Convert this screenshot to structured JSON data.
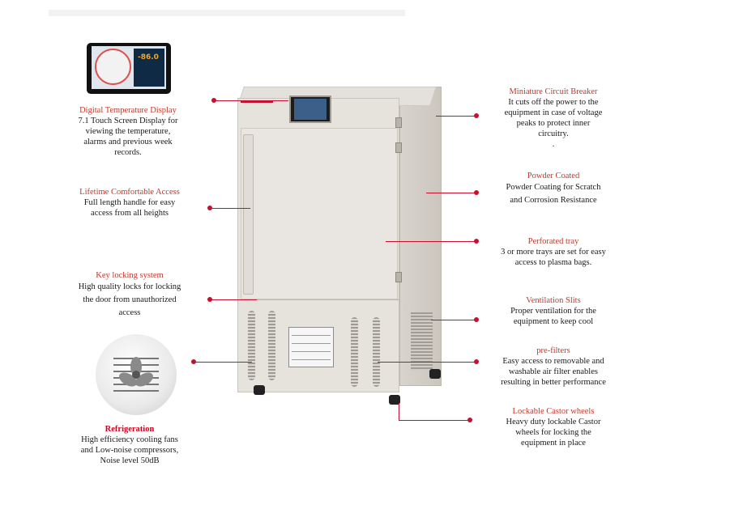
{
  "left_features": [
    {
      "title": "Digital Temperature Display",
      "desc": "7.1 Touch Screen Display for\nviewing the temperature,\nalarms  and previous week\nrecords."
    },
    {
      "title": "Lifetime Comfortable Access",
      "desc": "Full length handle for easy\naccess  from all heights"
    },
    {
      "title": "Key locking system",
      "desc": "High quality locks for locking\nthe  door from unauthorized\naccess"
    },
    {
      "title": "Refrigeration",
      "desc": "High efficiency cooling fans\nand  Low-noise compressors,\nNoise level 50dB"
    }
  ],
  "right_features": [
    {
      "title": "Miniature Circuit Breaker",
      "desc": "It cuts off the power to the\nequipment in case of voltage\npeaks to protect inner\ncircuitry.\n."
    },
    {
      "title": "Powder Coated",
      "desc": "Powder Coating for Scratch\nand Corrosion Resistance"
    },
    {
      "title": "Perforated tray",
      "desc": "3 or more trays are set for easy\naccess to plasma bags."
    },
    {
      "title": "Ventilation Slits",
      "desc": "Proper ventilation for the\nequipment to keep cool"
    },
    {
      "title": "pre-filters",
      "desc": "Easy access to removable  and\nwashable air filter enables\nresulting in better performance"
    },
    {
      "title": "Lockable Castor wheels",
      "desc": "Heavy duty lockable Castor\nwheels  for locking the\nequipment in place"
    }
  ],
  "display": {
    "temperature": "-86.0"
  },
  "colors": {
    "accent": "#c8102e",
    "title_red": "#c0392b",
    "text": "#1a1a1a"
  }
}
